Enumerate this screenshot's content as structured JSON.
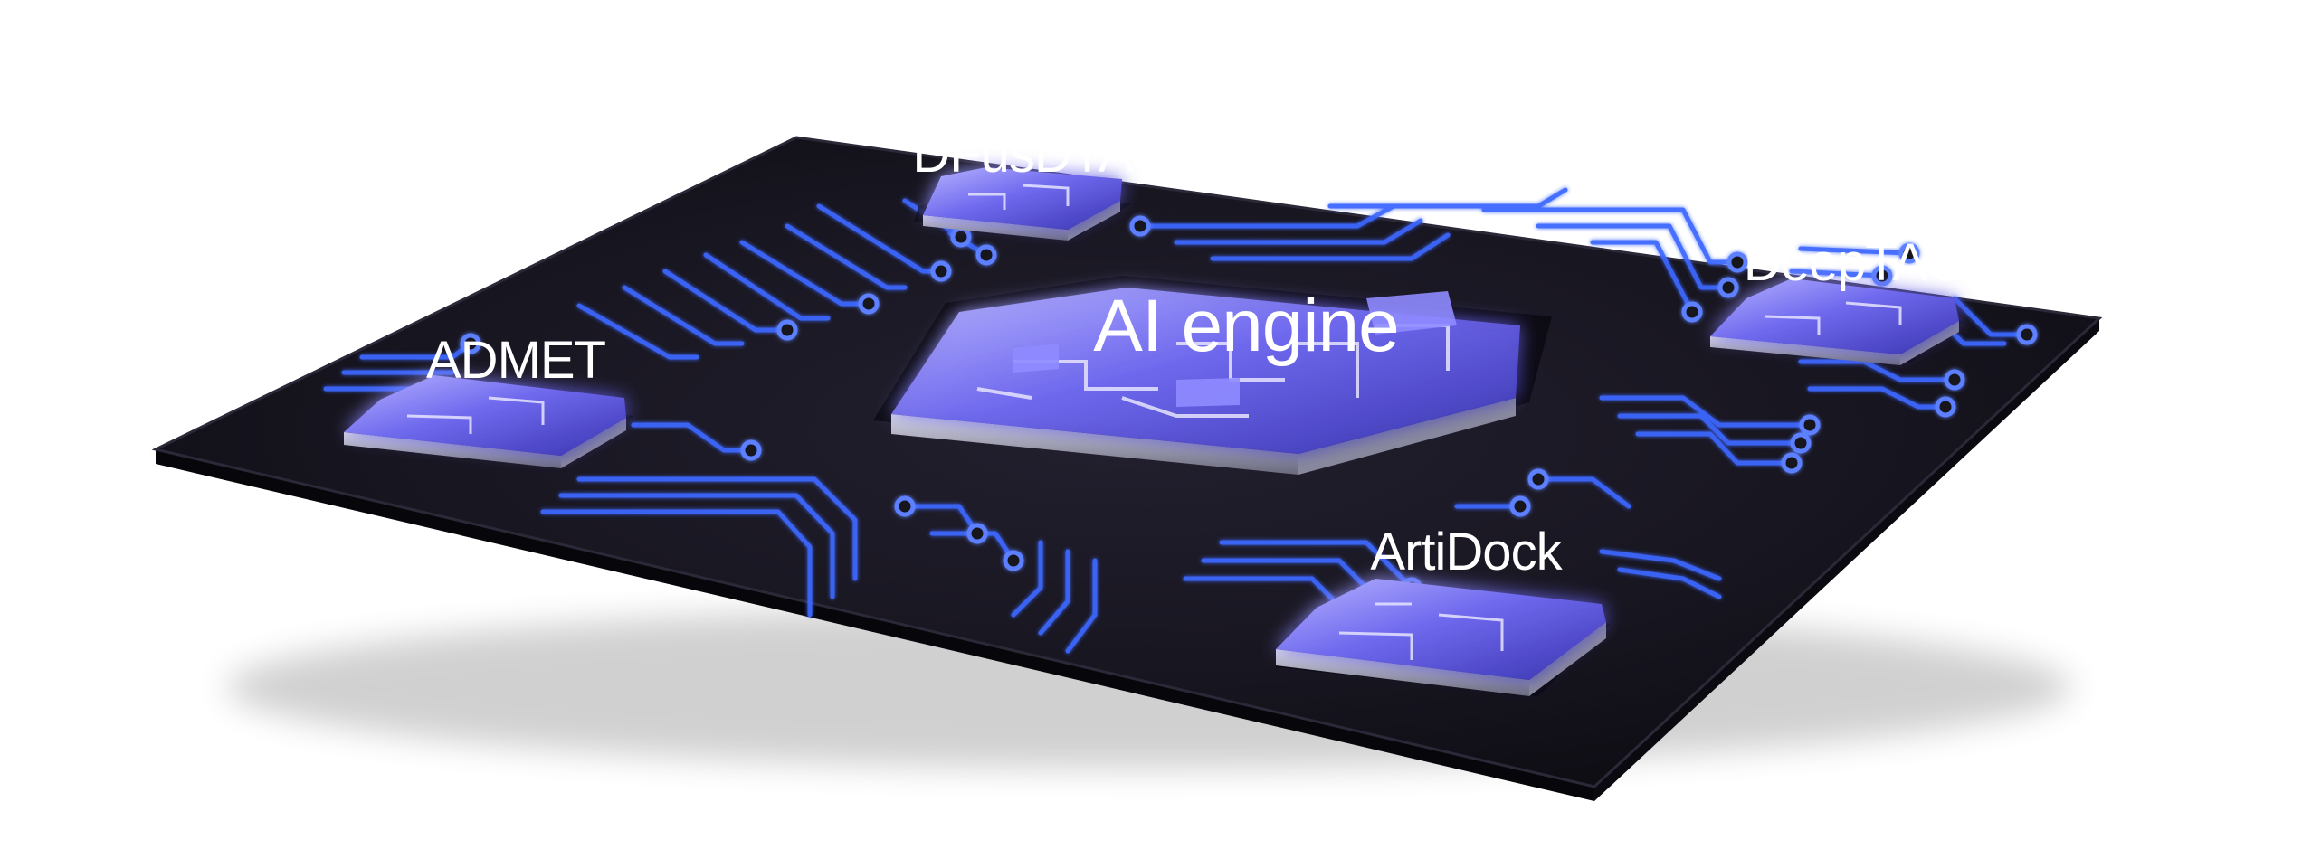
{
  "diagram": {
    "center_chip": {
      "label": "AI engine"
    },
    "chips": [
      {
        "id": "admet",
        "label": "ADMET"
      },
      {
        "id": "dfuldta",
        "label": "DFusDTA"
      },
      {
        "id": "deeptag",
        "label": "DeepTAG"
      },
      {
        "id": "artidock",
        "label": "ArtiDock"
      }
    ]
  },
  "colors": {
    "board": "#16141f",
    "board_edge": "#07070b",
    "trace": "#3d67ff",
    "chip_glow": "#8a86ff",
    "chip_face": "#6a64e6",
    "label": "#ffffff"
  }
}
